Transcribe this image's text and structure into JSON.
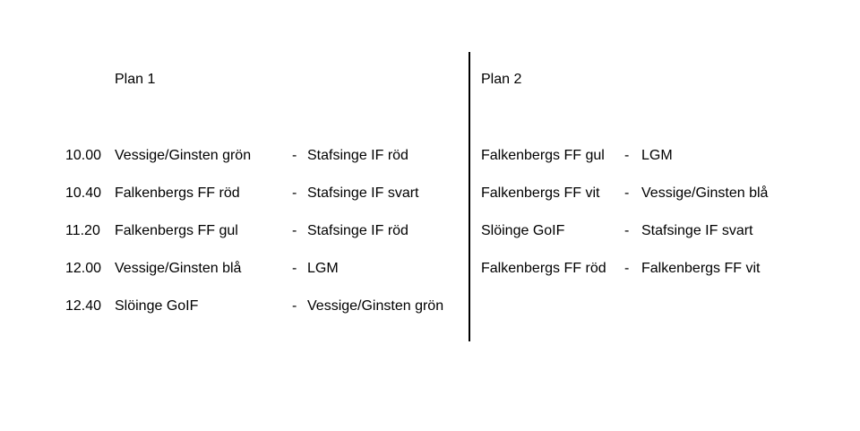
{
  "plan1": {
    "heading": "Plan 1",
    "matches": [
      {
        "time": "10.00",
        "home": "Vessige/Ginsten grön",
        "sep": "-",
        "away": "Stafsinge IF röd"
      },
      {
        "time": "10.40",
        "home": "Falkenbergs FF röd",
        "sep": "-",
        "away": "Stafsinge IF svart"
      },
      {
        "time": "11.20",
        "home": "Falkenbergs FF gul",
        "sep": "-",
        "away": "Stafsinge IF röd"
      },
      {
        "time": "12.00",
        "home": "Vessige/Ginsten blå",
        "sep": "-",
        "away": "LGM"
      },
      {
        "time": "12.40",
        "home": "Slöinge GoIF",
        "sep": "-",
        "away": "Vessige/Ginsten grön"
      }
    ]
  },
  "plan2": {
    "heading": "Plan 2",
    "matches": [
      {
        "home": "Falkenbergs FF gul",
        "sep": "-",
        "away": "LGM"
      },
      {
        "home": "Falkenbergs FF vit",
        "sep": "-",
        "away": "Vessige/Ginsten blå"
      },
      {
        "home": "Slöinge GoIF",
        "sep": "-",
        "away": "Stafsinge IF svart"
      },
      {
        "home": "Falkenbergs FF röd",
        "sep": "-",
        "away": "Falkenbergs FF vit"
      }
    ]
  }
}
